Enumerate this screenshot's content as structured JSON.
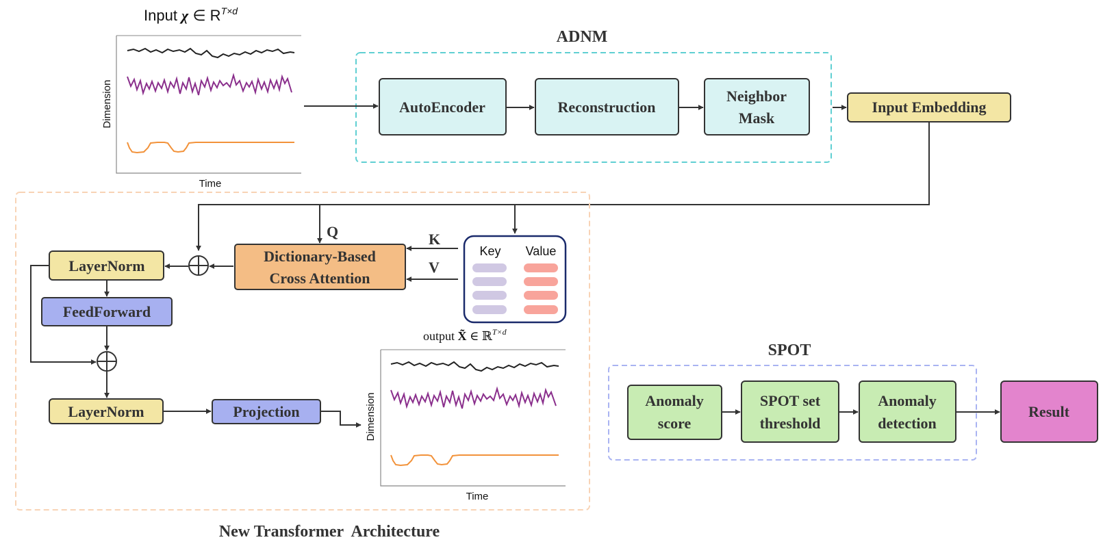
{
  "input": {
    "title_prefix": "Input ",
    "title_symbol": "χ",
    "title_mid": " ∈ R",
    "title_sup": "T×d",
    "ylabel": "Dimension",
    "xlabel": "Time"
  },
  "output": {
    "title_prefix": "output ",
    "title_symbol": "X̃",
    "title_mid": " ∈ ℝ",
    "title_sup": "T×d",
    "ylabel": "Dimension",
    "xlabel": "Time"
  },
  "adnm": {
    "title": "ADNM",
    "autoencoder": "AutoEncoder",
    "reconstruction": "Reconstruction",
    "neighbor_mask_line1": "Neighbor",
    "neighbor_mask_line2": "Mask"
  },
  "input_embedding": "Input Embedding",
  "transformer": {
    "title": "New Transformer  Architecture",
    "layernorm_top": "LayerNorm",
    "feedforward": "FeedForward",
    "layernorm_bottom": "LayerNorm",
    "projection": "Projection",
    "attention_line1": "Dictionary-Based",
    "attention_line2": "Cross Attention",
    "q_label": "Q",
    "k_label": "K",
    "v_label": "V",
    "plus_symbol": "⊕",
    "dictionary": {
      "key_label": "Key",
      "value_label": "Value"
    }
  },
  "spot": {
    "title": "SPOT",
    "anomaly_score_line1": "Anomaly",
    "anomaly_score_line2": "score",
    "spot_threshold_line1": "SPOT set",
    "spot_threshold_line2": "threshold",
    "anomaly_detection_line1": "Anomaly",
    "anomaly_detection_line2": "detection"
  },
  "result": "Result",
  "colors": {
    "adnm_box": "#d9f3f3",
    "adnm_border": "#5fcfd2",
    "embedding": "#f3e6a4",
    "attention": "#f4bd85",
    "feedforward": "#a7b0f0",
    "spot_box": "#c8ecb3",
    "spot_border": "#a9b3f2",
    "transformer_border": "#f8d3b5",
    "result": "#e384cd",
    "dict_border": "#1a2a6b",
    "key_bar": "#d0c8e3",
    "value_bar": "#f8a49b",
    "series_black": "#222222",
    "series_purple": "#8a2f8c",
    "series_orange": "#f2923a"
  }
}
